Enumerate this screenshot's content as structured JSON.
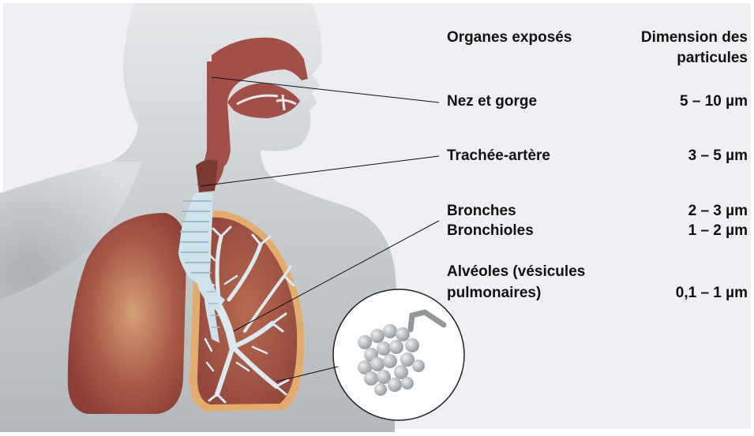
{
  "headers": {
    "organs": "Organes exposés",
    "particle_size_line1": "Dimension des",
    "particle_size_line2": "particules"
  },
  "rows": [
    {
      "organ": "Nez et gorge",
      "size": "5 – 10 µm"
    },
    {
      "organ": "Trachée-artère",
      "size": "3 – 5 µm"
    },
    {
      "organ": "Bronches",
      "size": "2 – 3 µm"
    },
    {
      "organ": "Bronchioles",
      "size": "1 – 2 µm"
    },
    {
      "organ_line1": "Alvéoles (vésicules",
      "organ_line2": "pulmonaires)",
      "size": "0,1 – 1 µm"
    }
  ],
  "colors": {
    "background": "#eef0f3",
    "body_silhouette": "#a9adb1",
    "lung": "#9b4a3f",
    "airway": "#a3524a",
    "bronchi": "#cfe3ec",
    "lung_border": "#e0a868"
  }
}
